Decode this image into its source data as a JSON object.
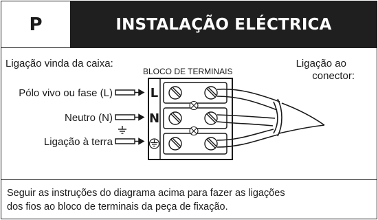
{
  "header": {
    "section_letter": "P",
    "title": "INSTALAÇÃO ELÉCTRICA"
  },
  "diagram": {
    "left_caption": "Ligação vinda da caixa:",
    "block_caption": "BLOCO DE TERMINAIS",
    "right_caption_line1": "Ligação ao",
    "right_caption_line2": "conector:",
    "wires": [
      {
        "label": "Pólo vivo ou fase (L)",
        "terminal": "L"
      },
      {
        "label": "Neutro (N)",
        "terminal": "N"
      },
      {
        "label": "Ligação à terra",
        "terminal": "⏚"
      }
    ]
  },
  "footer": {
    "line1": "Seguir as instruções do diagrama acima para fazer as ligações",
    "line2": "dos fios ao bloco de terminais da peça de fixação."
  },
  "colors": {
    "title_bar_bg": "#1f1f1f",
    "title_text": "#ffffff",
    "line": "#1a1a1a"
  }
}
